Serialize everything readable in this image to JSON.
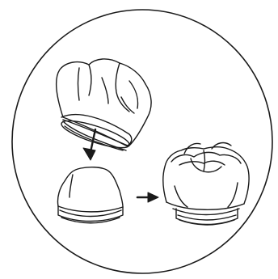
{
  "illustration": {
    "kind": "dental crown placement line drawing",
    "stroke_color": "#1a1a1a",
    "background_color": "#ffffff",
    "elements": [
      "enclosing-circle",
      "crown-cap",
      "down-arrow",
      "prepared-tooth-stump",
      "right-arrow",
      "crowned-tooth"
    ]
  }
}
